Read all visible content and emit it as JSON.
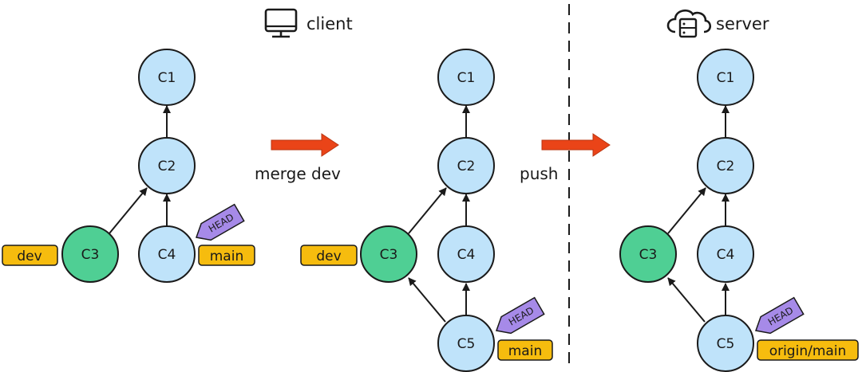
{
  "titles": {
    "client": "client",
    "server": "server"
  },
  "icons": {
    "client": "monitor-icon",
    "server": "cloud-server-icon"
  },
  "steps": {
    "merge": "merge dev",
    "push": "push"
  },
  "colors": {
    "commit_fill": "#bfe3fa",
    "branch_commit_fill": "#4fcf94",
    "tag_fill": "#f6bc0e",
    "head_fill": "#a68ae8",
    "arrow_fill": "#ea4418",
    "divider": "#1a1a1a"
  },
  "panels": [
    {
      "name": "before-merge",
      "commits": [
        "C1",
        "C2",
        "C3",
        "C4"
      ],
      "branch_tags": [
        "dev",
        "main"
      ],
      "head": "HEAD"
    },
    {
      "name": "after-merge",
      "commits": [
        "C1",
        "C2",
        "C3",
        "C4",
        "C5"
      ],
      "branch_tags": [
        "dev",
        "main"
      ],
      "head": "HEAD"
    },
    {
      "name": "server",
      "commits": [
        "C1",
        "C2",
        "C3",
        "C4",
        "C5"
      ],
      "branch_tags": [
        "origin/main"
      ],
      "head": "HEAD"
    }
  ]
}
